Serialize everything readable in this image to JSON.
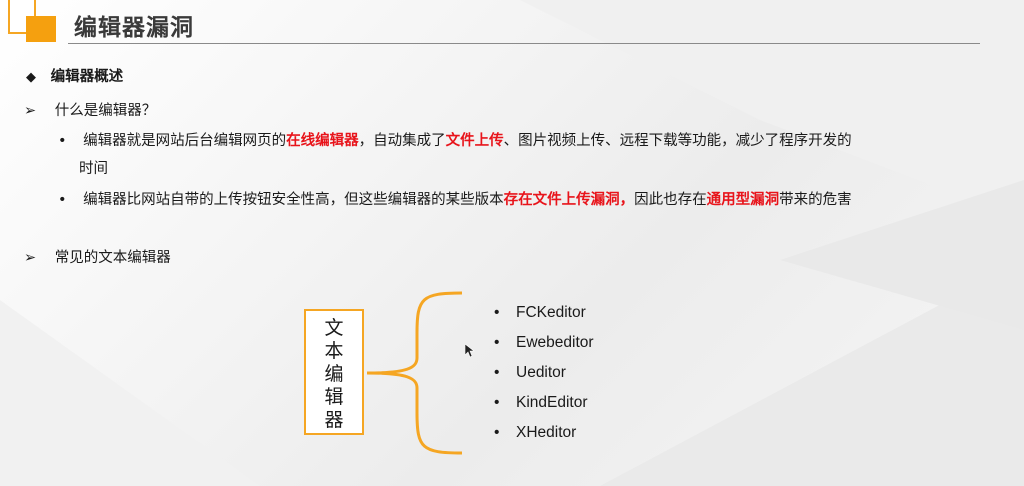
{
  "title": "编辑器漏洞",
  "section1": {
    "marker": "◆",
    "heading": "编辑器概述"
  },
  "q1": {
    "marker": "➢",
    "text": "什么是编辑器？"
  },
  "p1": {
    "bullet": "•",
    "t1": "编辑器就是网站后台编辑网页的",
    "r1": "在线编辑器",
    "t2": "，自动集成了",
    "r2": "文件上传",
    "t3": "、图片视频上传、远程下载等功能，减少了程序开发的",
    "t4": "时间"
  },
  "p2": {
    "bullet": "•",
    "t1": "编辑器比网站自带的上传按钮安全性高，但这些编辑器的某些版本",
    "r1": "存在文件上传漏洞，",
    "t2": "因此也存在",
    "r2": "通用型漏洞",
    "t3": "带来的危害"
  },
  "q2": {
    "marker": "➢",
    "text": "常见的文本编辑器"
  },
  "vertical_label": [
    "文",
    "本",
    "编",
    "辑",
    "器"
  ],
  "editors": {
    "bullet": "•",
    "items": [
      "FCKeditor",
      "Ewebeditor",
      "Ueditor",
      "KindEditor",
      "XHeditor"
    ]
  },
  "colors": {
    "accent": "#f5a623",
    "highlight": "#e8141b"
  }
}
